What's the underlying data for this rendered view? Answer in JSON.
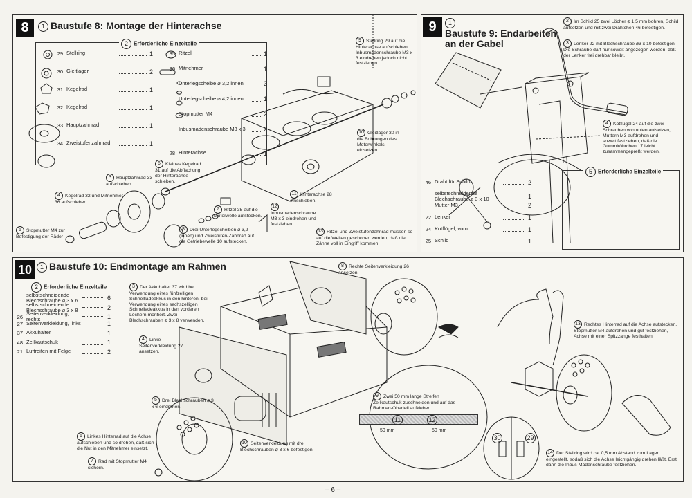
{
  "page_number": "– 6 –",
  "step8": {
    "badge": "8",
    "title_num": "1",
    "title": "Baustufe 8: Montage der Hinterachse",
    "parts_box_num": "2",
    "parts_box_title": "Erforderliche Einzelteile",
    "parts": [
      {
        "num": "29",
        "name": "Stellring",
        "qty": "1"
      },
      {
        "num": "30",
        "name": "Gleitlager",
        "qty": "2"
      },
      {
        "num": "31",
        "name": "Kegelrad",
        "qty": "1"
      },
      {
        "num": "32",
        "name": "Kegelrad",
        "qty": "1"
      },
      {
        "num": "33",
        "name": "Hauptzahnrad",
        "qty": "1"
      },
      {
        "num": "34",
        "name": "Zweistufenzahnrad",
        "qty": "1"
      },
      {
        "num": "35",
        "name": "Ritzel",
        "qty": "1"
      },
      {
        "num": "36",
        "name": "Mitnehmer",
        "qty": "1"
      },
      {
        "num": "",
        "name": "Unterlegscheibe ⌀ 3,2 innen",
        "qty": "3"
      },
      {
        "num": "",
        "name": "Unterlegscheibe ⌀ 4,2 innen",
        "qty": "1"
      },
      {
        "num": "",
        "name": "Stopmutter M4",
        "qty": "2"
      },
      {
        "num": "",
        "name": "Inbusmadenschraube M3 x 3",
        "qty": "2"
      },
      {
        "num": "28",
        "name": "Hinterachse",
        "qty": "1"
      }
    ],
    "notes": [
      {
        "n": "3",
        "text": "Hauptzahnrad 33 aufschieben."
      },
      {
        "n": "4",
        "text": "Kegelrad 32 und Mitnehmer 36 aufschieben."
      },
      {
        "n": "5",
        "text": "Stopmutter M4 zur Befestigung der Räder"
      },
      {
        "n": "6",
        "text": "Kleines Kegelrad 31 auf die Abflachung der Hinterachse schieben."
      },
      {
        "n": "7",
        "text": "Ritzel 35 auf die Motorwelle aufstecken."
      },
      {
        "n": "8",
        "text": "Drei Unterlegscheiben ⌀ 3,2 (innen) und Zweistufen-Zahnrad auf die Getriebewelle 10 aufstecken."
      },
      {
        "n": "9",
        "text": "Stellring 29 auf die Hinterachse aufschieben. Inbusmadenschraube M3 x 3 eindrehen jedoch nicht festziehen."
      },
      {
        "n": "10",
        "text": "Gleitlager 30 in die Bohrungen des Motorwinkels einsetzen."
      },
      {
        "n": "11",
        "text": "Hinterachse 28 einschieben."
      },
      {
        "n": "12",
        "text": "Inbusmadenschraube M3 x 3 eindrehen und festziehen."
      },
      {
        "n": "13",
        "text": "Ritzel und Zweistufenzahnrad müssen so auf die Wellen geschoben werden, daß die Zähne voll in Eingriff kommen."
      }
    ]
  },
  "step9": {
    "badge": "9",
    "title_num": "1",
    "title_line1": "Baustufe 9: Endarbeiten",
    "title_line2": "an der Gabel",
    "notes": [
      {
        "n": "2",
        "text": "Im Schild 25 zwei Löcher ⌀ 1,5 mm bohren, Schild aufsetzen und mit zwei Drähtchen 46 befestigen."
      },
      {
        "n": "3",
        "text": "Lenker 22 mit Blechschraube ⌀3 x 10 befestigen. Die Schraube darf nur soweit angezogen werden, daß der Lenker frei drehbar bleibt."
      },
      {
        "n": "4",
        "text": "Kotflügel 24 auf die zwei Schrauben von unten aufsetzen, Muttern M3 aufdrehen und soweit festziehen, daß die Gummiröhrchen 17 leicht zusammengepreßt werden."
      }
    ],
    "parts_box_num": "5",
    "parts_box_title": "Erforderliche Einzelteile",
    "parts": [
      {
        "num": "46",
        "name": "Draht für Schild",
        "qty": "2"
      },
      {
        "num": "",
        "name": "selbstschneidende Blechschraube ⌀ 3 x 10",
        "qty": "1"
      },
      {
        "num": "",
        "name": "Mutter M3",
        "qty": "2"
      },
      {
        "num": "22",
        "name": "Lenker",
        "qty": "1"
      },
      {
        "num": "24",
        "name": "Kotflügel, vorn",
        "qty": "1"
      },
      {
        "num": "25",
        "name": "Schild",
        "qty": "1"
      }
    ]
  },
  "step10": {
    "badge": "10",
    "title_num": "1",
    "title": "Baustufe 10: Endmontage am Rahmen",
    "parts_box_num": "2",
    "parts_box_title": "Erforderliche Einzelteile",
    "parts": [
      {
        "num": "",
        "name": "selbstschneidende Blechschraube ⌀ 3 x 6",
        "qty": "6"
      },
      {
        "num": "",
        "name": "selbstschneidende Blechschraube ⌀ 3 x 8",
        "qty": "2"
      },
      {
        "num": "26",
        "name": "Seitenverkleidung, rechts",
        "qty": "1"
      },
      {
        "num": "27",
        "name": "Seitenverkleidung, links",
        "qty": "1"
      },
      {
        "num": "37",
        "name": "Akkuhalter",
        "qty": "1"
      },
      {
        "num": "48",
        "name": "Zellkautschuk",
        "qty": "1"
      },
      {
        "num": "21",
        "name": "Luftreifen mit Felge",
        "qty": "2"
      }
    ],
    "notes": [
      {
        "n": "3",
        "text": "Der Akkuhalter 37 wird bei Verwendung eines fünfzelligen Schnellladeakkus in den hinteren, bei Verwendung eines sechszelligen Schnelladeakkus in den vorderen Löchern montiert. Zwei Blechschrauben ⌀ 3 x 8 verwenden."
      },
      {
        "n": "4",
        "text": "Linke Seitenverkleidung 27 ansetzen."
      },
      {
        "n": "5",
        "text": "Drei Blechschrauben ⌀ 3 x 6 eindrehen."
      },
      {
        "n": "6",
        "text": "Linkes Hinterrad auf die Achse aufschieben und so drehen, daß sich die Nut in den Mitnehmer einsetzt."
      },
      {
        "n": "7",
        "text": "Rad mit Stopmutter M4 sichern."
      },
      {
        "n": "8",
        "text": "Rechte Seitenverkleidung 26 ansetzen."
      },
      {
        "n": "9",
        "text": "Zwei 50 mm lange Streifen Zellkautschuk zuschneiden und auf das Rahmen-Oberteil aufkleben."
      },
      {
        "n": "10",
        "text": "Seitenverkleidung mit drei Blechschrauben ⌀ 3 x 6 befestigen."
      },
      {
        "n": "13",
        "text": "Rechtes Hinterrad auf die Achse aufstecken, Stopmutter M4 aufdrehen und gut festziehen, Achse mit einer Spitzzange festhalten."
      },
      {
        "n": "14",
        "text": "Der Stellring wird ca. 0,5 mm Abstand zum Lager eingestellt, sodaß sich die Achse leichtgängig drehen läßt. Erst dann die Inbus-Madenschraube festziehen."
      }
    ],
    "strip": {
      "label_a": "11",
      "label_b": "12",
      "dim_a": "50 mm",
      "dim_b": "50 mm"
    },
    "detail_labels": {
      "a": "30",
      "b": "29"
    }
  }
}
